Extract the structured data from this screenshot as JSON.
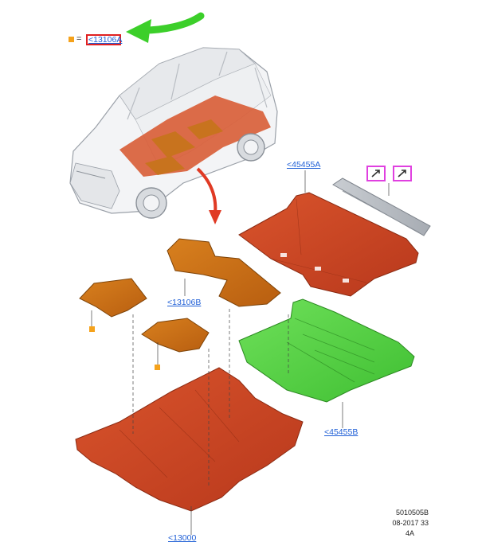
{
  "legend": {
    "equals": "=",
    "ref_label": "<13106A"
  },
  "callouts": {
    "c45455A": "<45455A",
    "c13106B": "<13106B",
    "c45455B": "<45455B",
    "c13000": "<13000"
  },
  "footer": {
    "line1": "5010505B",
    "line2": "08-2017 33",
    "line3": "4A"
  },
  "colors": {
    "arrow_green": "#3ccf2a",
    "orange_square": "#f5a21b",
    "link_blue": "#1f5fd6",
    "red_highlight": "#e02020",
    "magenta_icon": "#e040e0"
  }
}
